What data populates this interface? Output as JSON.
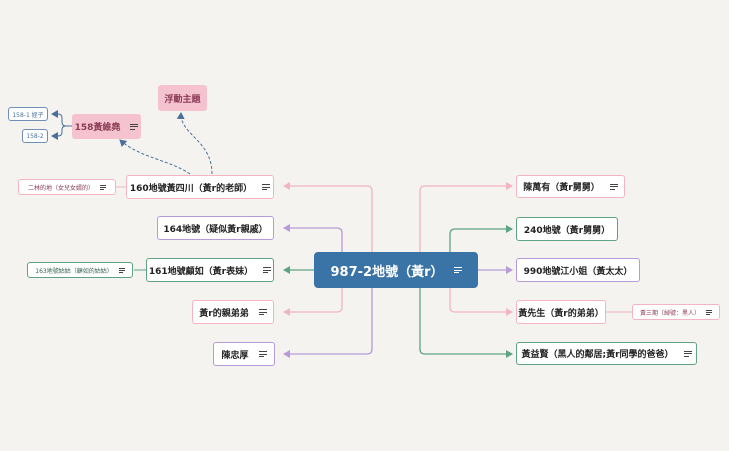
{
  "root": {
    "label": "987-2地號（黃r）"
  },
  "right_branches": [
    {
      "label": "陳萬有（黃r舅舅）"
    },
    {
      "label": "240地號（黃r舅舅）"
    },
    {
      "label": "990地號江小姐（黃太太）"
    },
    {
      "label": "黃先生（黃r的弟弟）",
      "note": "黃三期（綽號：黑人）"
    },
    {
      "label": "黃益賢（黑人的鄰居;黃r同學的爸爸）"
    }
  ],
  "left_branches": [
    {
      "label": "160地號黃四川（黃r的老師）",
      "note": "二林的地（女兒女婿的）"
    },
    {
      "label": "164地號（疑似黃r親戚）"
    },
    {
      "label": "161地號顧如（黃r表妹）",
      "note": "163地號姑姑（顧如的姑姑）"
    },
    {
      "label": "黃r的親弟弟"
    },
    {
      "label": "陳忠厚"
    }
  ],
  "floating": {
    "topic": {
      "label": "浮動主題"
    },
    "huang_wei_yao": {
      "label": "158黃維堯"
    },
    "children": [
      {
        "label": "158-1 姪子"
      },
      {
        "label": "158-2"
      }
    ]
  },
  "colors": {
    "pink": "#f2b5c1",
    "purple": "#b79ad8",
    "green": "#5ea483",
    "root": "#3a73a6",
    "floating_fill": "#f5c3cf",
    "dashed": "#4c6f9a"
  }
}
